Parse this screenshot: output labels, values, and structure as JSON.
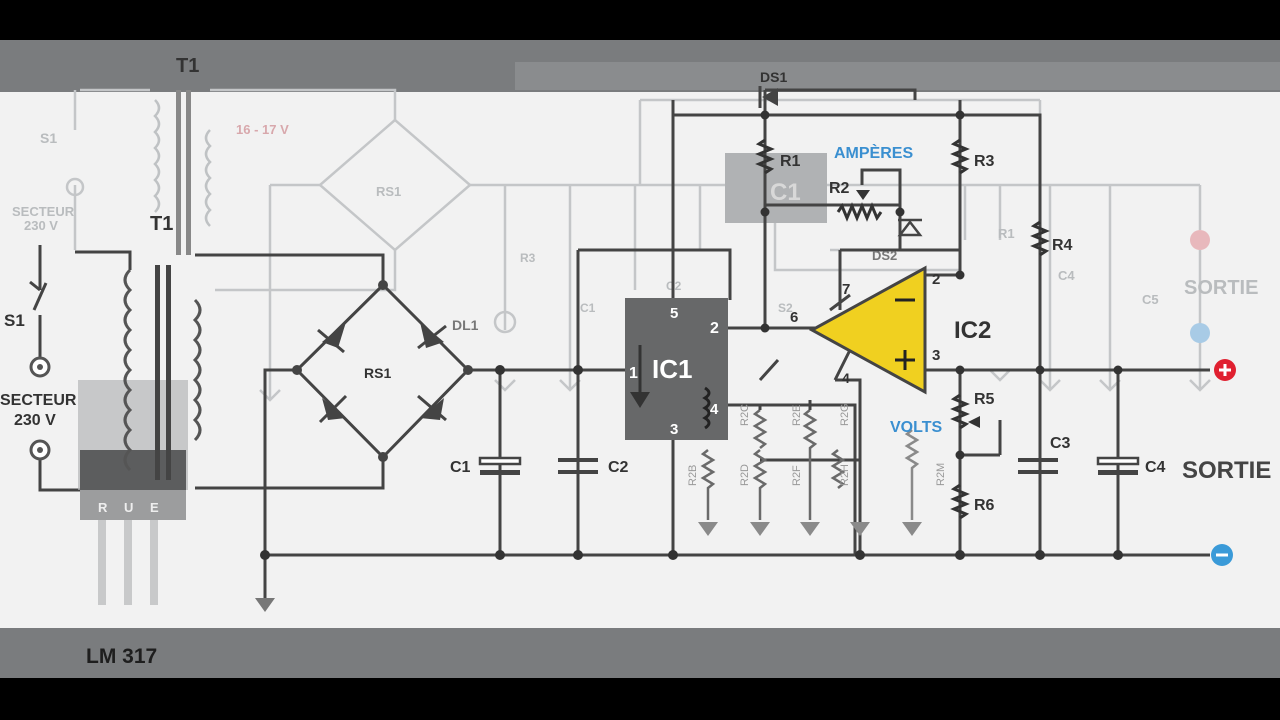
{
  "diagram": {
    "labels": {
      "t1_top": "T1",
      "t1": "T1",
      "s1_ghost": "S1",
      "s1": "S1",
      "secteur_ghost_l1": "SECTEUR",
      "secteur_ghost_l2": "230 V",
      "secteur_l1": "SECTEUR",
      "secteur_l2": "230 V",
      "voltage_ghost": "16 - 17 V",
      "rs1_ghost": "RS1",
      "rs1": "RS1",
      "ds1": "DS1",
      "r1": "R1",
      "c1_ghost": "C1",
      "amperes": "AMPÈRES",
      "r2": "R2",
      "r3_ghost_top": "R3",
      "r3_ghost": "R3",
      "ds2": "DS2",
      "r1_ghost": "R1",
      "r4": "R4",
      "c4_ghost": "C4",
      "c5_ghost": "C5",
      "sortie_ghost": "SORTIE",
      "sortie": "SORTIE",
      "dl1": "DL1",
      "c1_ghost2": "C1",
      "c2_ghost": "C2",
      "ic1": "IC1",
      "ic1_pin1": "1",
      "ic1_pin2": "2",
      "ic1_pin3": "3",
      "ic1_pin4": "4",
      "ic1_pin5": "5",
      "ic2": "IC2",
      "ic2_pin2": "2",
      "ic2_pin3": "3",
      "ic2_pin4": "4",
      "ic2_pin6": "6",
      "ic2_pin7": "7",
      "s2_ghost": "S2",
      "volts": "VOLTS",
      "r5": "R5",
      "r6": "R6",
      "c1": "C1",
      "c2": "C2",
      "c3": "C3",
      "c4": "C4",
      "lm317": "LM 317",
      "pkg_r": "R",
      "pkg_u": "U",
      "pkg_e": "E",
      "r2b": "R2B",
      "r2c": "R2C",
      "r2d": "R2D",
      "r2e": "R2E",
      "r2f": "R2F",
      "r2g": "R2G",
      "r2h": "R2H",
      "r2m": "R2M"
    },
    "colors": {
      "ic2_fill": "#f0d020",
      "amperes_volts": "#3a8fd0",
      "terminal_plus": "#e02030",
      "terminal_minus": "#3a9ad8"
    }
  }
}
